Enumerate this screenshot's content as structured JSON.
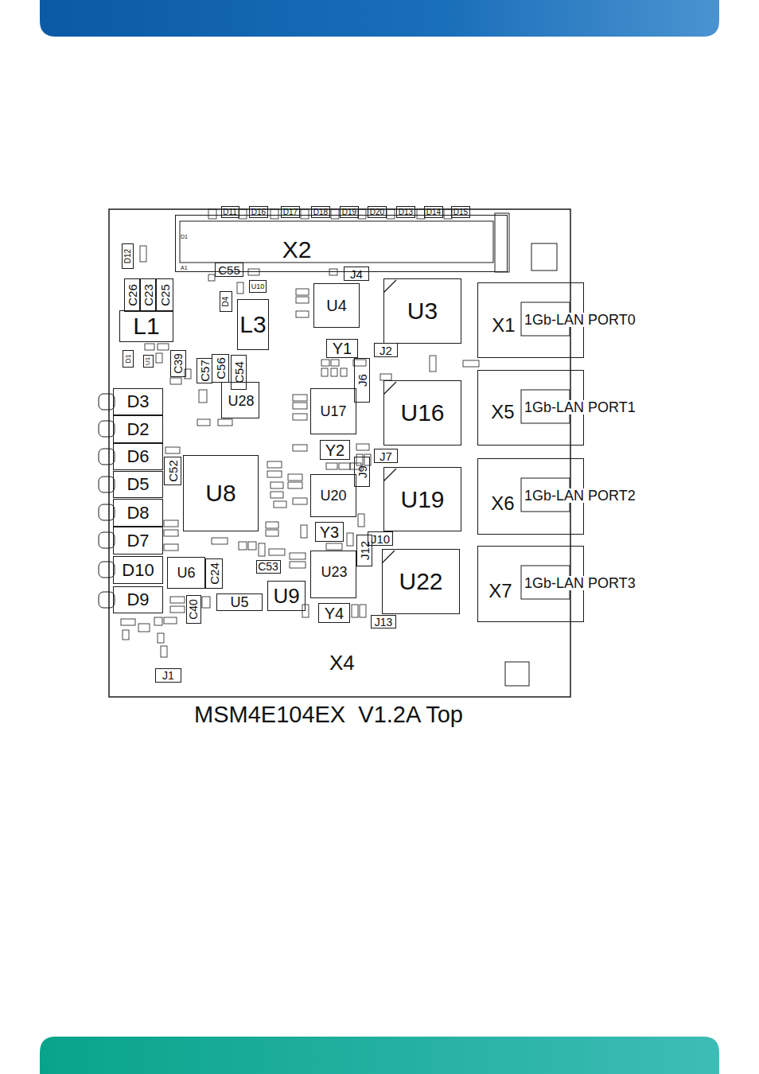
{
  "diagram": {
    "caption": "MSM4E104EX  V1.2A Top",
    "nodes": [
      {
        "text": [
          "D11"
        ]
      },
      {
        "text": [
          "D16"
        ]
      },
      {
        "text": [
          "D17"
        ]
      },
      {
        "text": [
          "D18"
        ]
      },
      {
        "text": [
          "D19"
        ]
      },
      {
        "text": [
          "D20"
        ]
      },
      {
        "text": [
          "D13"
        ]
      },
      {
        "text": [
          "D14"
        ]
      },
      {
        "text": [
          "D15"
        ]
      },
      {
        "text": [
          "X2"
        ]
      },
      {
        "text": [
          "D12"
        ]
      },
      {
        "text": [
          "C55"
        ]
      },
      {
        "text": [
          "J4"
        ]
      },
      {
        "text": [
          "C26"
        ]
      },
      {
        "text": [
          "C23"
        ]
      },
      {
        "text": [
          "C25"
        ]
      },
      {
        "text": [
          "U10"
        ]
      },
      {
        "text": [
          "D4"
        ]
      },
      {
        "text": [
          "U4"
        ]
      },
      {
        "text": [
          "U3"
        ]
      },
      {
        "text": [
          "L3"
        ]
      },
      {
        "text": [
          "L1"
        ]
      },
      {
        "text": [
          "X1"
        ]
      },
      {
        "text": [
          "Y1"
        ]
      },
      {
        "text": [
          "J2"
        ]
      },
      {
        "text": [
          "D1"
        ]
      },
      {
        "text": [
          "U1"
        ]
      },
      {
        "text": [
          "C39"
        ]
      },
      {
        "text": [
          "C57"
        ]
      },
      {
        "text": [
          "C56"
        ]
      },
      {
        "text": [
          "C54"
        ]
      },
      {
        "text": [
          "J6"
        ]
      },
      {
        "text": [
          "U16"
        ]
      },
      {
        "text": [
          "X5"
        ]
      },
      {
        "text": [
          "U28"
        ]
      },
      {
        "text": [
          "U17"
        ]
      },
      {
        "text": [
          "D3"
        ]
      },
      {
        "text": [
          "D2"
        ]
      },
      {
        "text": [
          "D6"
        ]
      },
      {
        "text": [
          "Y2"
        ]
      },
      {
        "text": [
          "J7"
        ]
      },
      {
        "text": [
          "D5"
        ]
      },
      {
        "text": [
          "C52"
        ]
      },
      {
        "text": [
          "U8"
        ]
      },
      {
        "text": [
          "J9"
        ]
      },
      {
        "text": [
          "U20"
        ]
      },
      {
        "text": [
          "U19"
        ]
      },
      {
        "text": [
          "X6"
        ]
      },
      {
        "text": [
          "D8"
        ]
      },
      {
        "text": [
          "Y3"
        ]
      },
      {
        "text": [
          "D7"
        ]
      },
      {
        "text": [
          "J10"
        ]
      },
      {
        "text": [
          "J12"
        ]
      },
      {
        "text": [
          "U23"
        ]
      },
      {
        "text": [
          "U22"
        ]
      },
      {
        "text": [
          "X7"
        ]
      },
      {
        "text": [
          "D10"
        ]
      },
      {
        "text": [
          "U6"
        ]
      },
      {
        "text": [
          "C24"
        ]
      },
      {
        "text": [
          "C53"
        ]
      },
      {
        "text": [
          "U9"
        ]
      },
      {
        "text": [
          "U5"
        ]
      },
      {
        "text": [
          "D9"
        ]
      },
      {
        "text": [
          "C40"
        ]
      },
      {
        "text": [
          "Y4"
        ]
      },
      {
        "text": [
          "J13"
        ]
      },
      {
        "text": [
          "J1"
        ]
      }
    ],
    "labels": [
      "1Gb-LAN PORT0",
      "1Gb-LAN PORT1",
      "1Gb-LAN PORT2",
      "1Gb-LAN PORT3",
      "X4",
      "D1",
      "A1"
    ]
  }
}
